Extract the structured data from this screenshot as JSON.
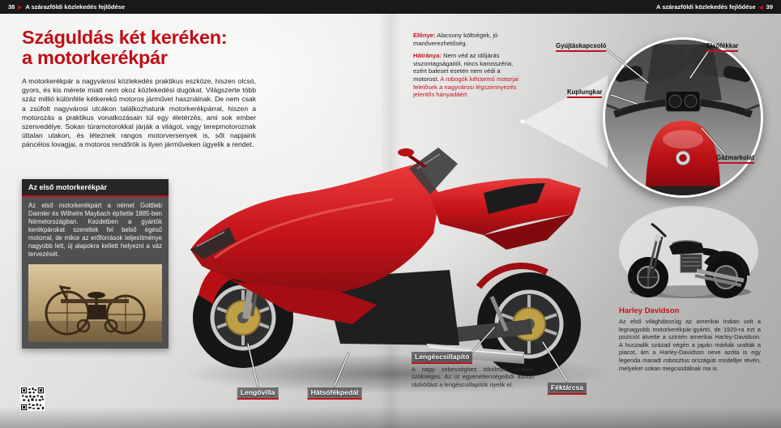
{
  "colors": {
    "accent": "#c4121a",
    "title_red": "#c00e18",
    "header_bg": "#191919",
    "bike_red": "#c51319",
    "gold_disc": "#bfa045",
    "page_bg_light": "#f0f0ee",
    "page_bg_dark": "#a9a9a7"
  },
  "header": {
    "left_page_number": "38",
    "left_arrow": "▶",
    "left_title": "A szárazföldi közlekedés fejlődése",
    "right_title": "A szárazföldi közlekedés fejlődése",
    "right_arrow": "◀",
    "right_page_number": "39"
  },
  "lead": {
    "title_line1": "Száguldás két keréken:",
    "title_line2": "a motorkerékpár",
    "intro": "A motorkerékpár a nagyvárosi közlekedés praktikus eszköze, hiszen olcsó, gyors, és kis mérete miatt nem okoz közlekedési dugókat. Világszerte több száz millió különféle kétkerekű motoros járművet használnak. De nem csak a zsúfolt nagyvárosi utcákon találkozhatunk motorkerékpárral, hiszen a motorozás a praktikus vonatkozásain túl egy életérzés, ami sok ember szenvedélye. Sokan túramotorokkal járják a világot, vagy terepmotoroznak úttalan utakon, és léteznek rangos motorversenyek is, sőt napjaink páncélos lovagjai, a motoros rendőrök is ilyen járműveken ügyelik a rendet."
  },
  "first_motorcycle_box": {
    "title": "Az első motorkerékpár",
    "text": "Az első motorkerékpárt a német Gottlieb Daimler és Wilhelm Maybach építette 1885-ben Németországban. Kezdetben a gyártók kerékpárokat szereltek fel belső égésű motorral, de mikor az erőforrások teljesítménye nagyobb lett, új alapokra kellett helyezni a váz tervezését."
  },
  "pros_cons": {
    "pros_label": "Előnye:",
    "pros_text": "Alacsony költségek, jó manőverezhetőség.",
    "cons_label": "Hátránya:",
    "cons_text": "Nem véd az időjárás viszontagságaitól, nincs karosszéria, ezért baleset esetén nem védi a motorost.",
    "cons_highlight": "A robogók kétütemű motorjai felelősek a nagyvárosi légszennyezés jelentős hányadáért."
  },
  "cockpit_callouts": [
    {
      "label": "Gyújtáskapcsoló"
    },
    {
      "label": "Elsőfékkar"
    },
    {
      "label": "Kuplungkar"
    },
    {
      "label": "Gázmarkolat"
    }
  ],
  "bike_callouts": {
    "front_fork": {
      "label": "Lengővilla"
    },
    "rear_brake_pedal": {
      "label": "Hátsófékpedál"
    },
    "shock_absorber": {
      "label": "Lengéscsillapító",
      "text": "A nagy sebességhez tökéletes úttartás szükséges. Az út egyenetlenségeiből adódó rázkódást a lengéscsillapítók nyelik el."
    },
    "brake_disc": {
      "label": "Féktárcsa"
    }
  },
  "harley": {
    "title": "Harley Davidson",
    "text": "Az első világháborúig az amerikai Indian volt a legnagyobb motorkerékpár-gyártó, de 1920-ra ezt a pozíciót átvette a szintén amerikai Harley-Davidson. A huszadik század végén a japán márkák uralták a piacot, ám a Harley-Davidson neve azóta is egy legenda maradt robosztus országúti modelljei révén, melyeket sokan megcsodálnak ma is."
  }
}
